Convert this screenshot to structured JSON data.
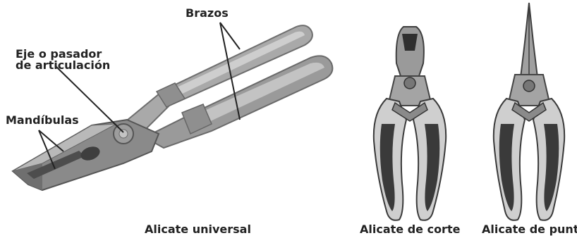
{
  "labels": {
    "brazos": "Brazos",
    "eje_line1": "Eje o pasador",
    "eje_line2": "de articulación",
    "mandibulas": "Mandíbulas"
  },
  "captions": {
    "universal": "Alicate universal",
    "corte": "Alicate de corte",
    "punta": "Alicate de punta"
  },
  "colors": {
    "metal_dark": "#555555",
    "metal_mid": "#8a8a8a",
    "metal_light": "#b5b5b5",
    "handle_light": "#cfcfcf",
    "grip_dark": "#3a3a3a",
    "text": "#222222"
  }
}
